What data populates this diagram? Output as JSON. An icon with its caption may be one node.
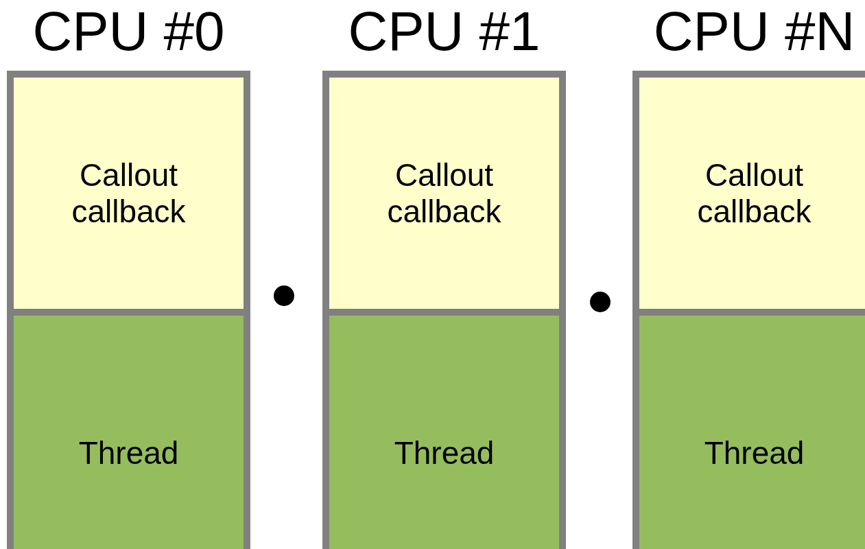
{
  "diagram": {
    "nodes": [
      {
        "text": [
          "CPU #0"
        ]
      },
      {
        "text": [
          "Callout callback"
        ],
        "in": 0
      },
      {
        "text": [
          "Thread"
        ],
        "in": 0
      },
      {
        "text": [
          "CPU #1"
        ]
      },
      {
        "text": [
          "Callout callback"
        ],
        "in": 3
      },
      {
        "text": [
          "Thread"
        ],
        "in": 3
      },
      {
        "text": [
          "CPU #N"
        ]
      },
      {
        "text": [
          "Callout callback"
        ],
        "in": 6
      },
      {
        "text": [
          "Thread"
        ],
        "in": 6
      }
    ]
  }
}
